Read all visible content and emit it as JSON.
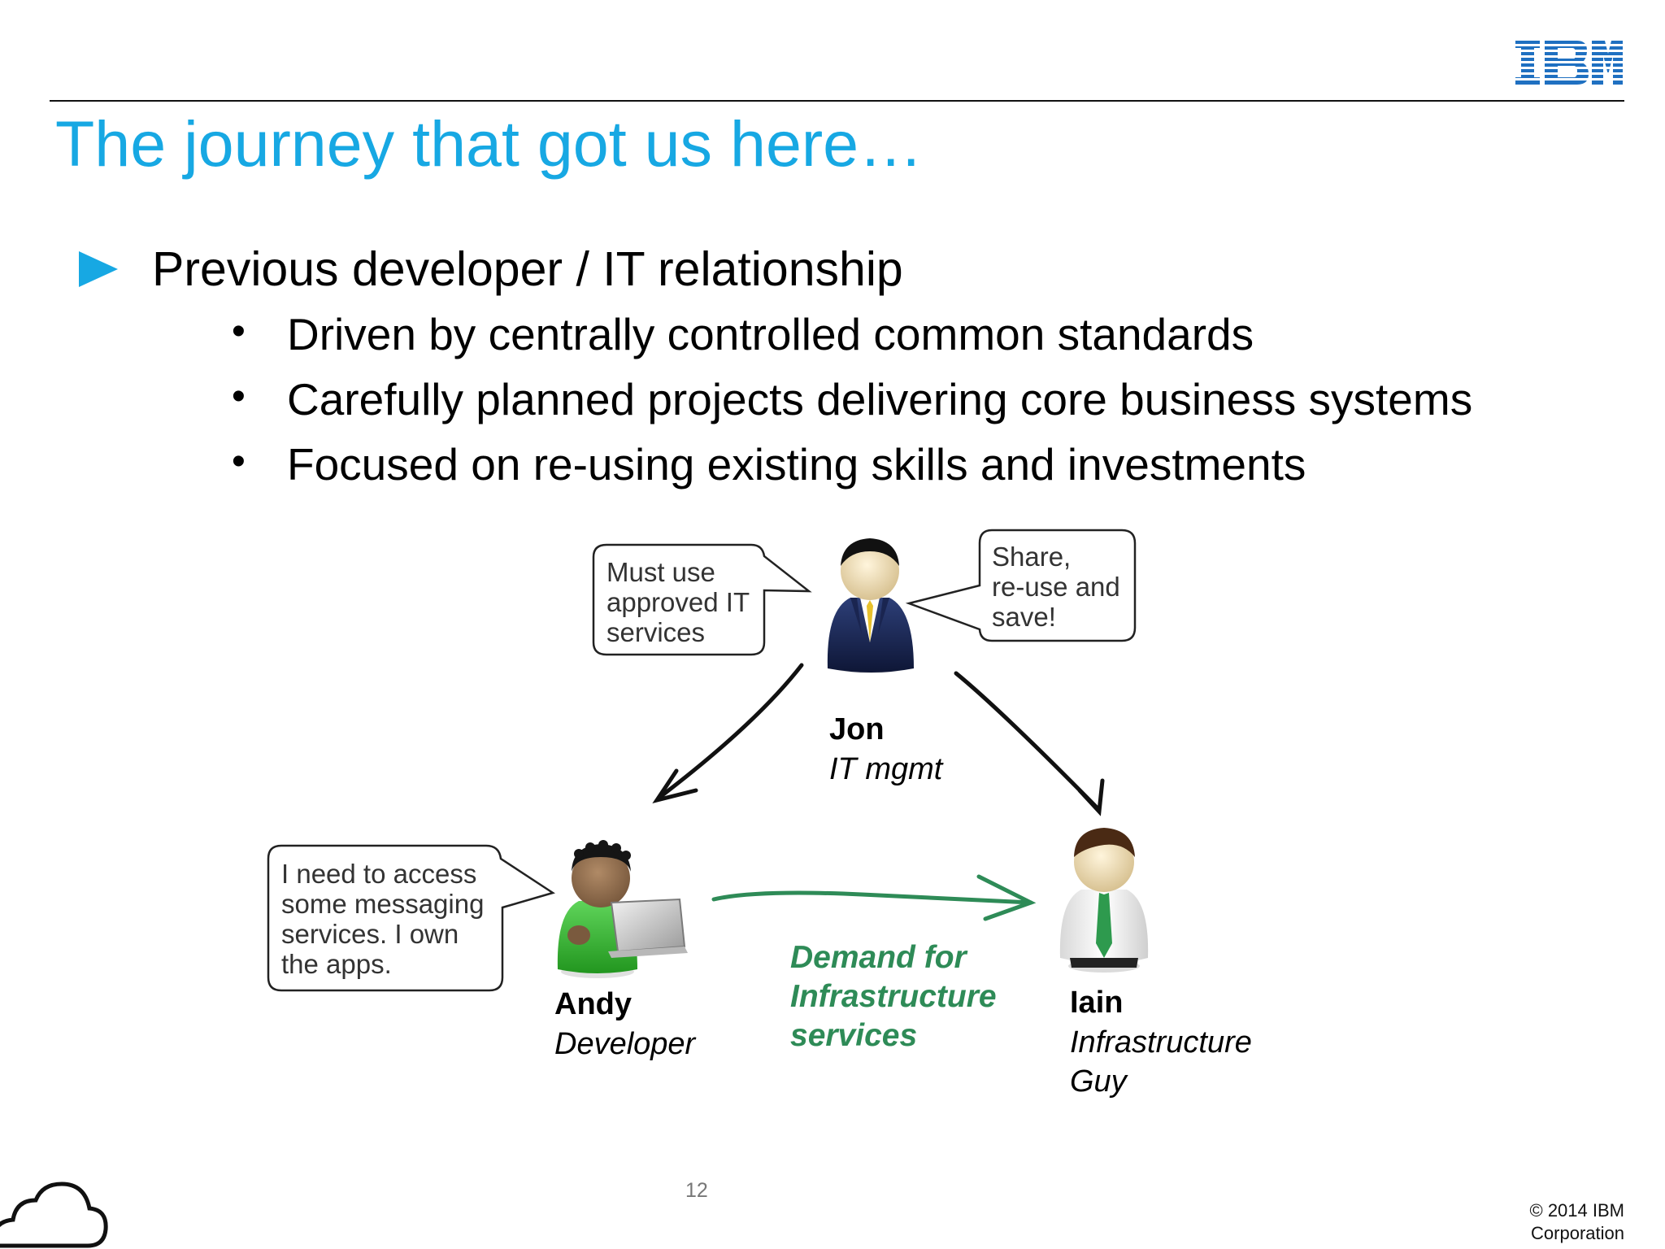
{
  "header": {
    "logo_text": "IBM",
    "title": "The journey that got us here…"
  },
  "content": {
    "heading": "Previous developer / IT relationship",
    "bullets": [
      "Driven by centrally controlled common standards",
      "Carefully planned projects delivering core business systems",
      "Focused on re-using existing skills and investments"
    ]
  },
  "diagram": {
    "bubble_jon_left": [
      "Must use",
      "approved IT",
      "services"
    ],
    "bubble_jon_right": [
      "Share,",
      "re-use and",
      "save!"
    ],
    "bubble_andy": [
      "I need to access",
      "some messaging",
      "services. I own",
      "the apps."
    ],
    "jon": {
      "name": "Jon",
      "role": "IT mgmt"
    },
    "andy": {
      "name": "Andy",
      "role": "Developer"
    },
    "iain": {
      "name": "Iain",
      "role_lines": [
        "Infrastructure",
        "Guy"
      ]
    },
    "demand_lines": [
      "Demand for",
      "Infrastructure",
      "services"
    ]
  },
  "footer": {
    "page_number": "12",
    "copyright_lines": [
      "© 2014 IBM",
      "Corporation"
    ]
  },
  "colors": {
    "title": "#17a8e3",
    "bullet_arrow": "#17a8e3",
    "demand": "#2e8b57"
  }
}
